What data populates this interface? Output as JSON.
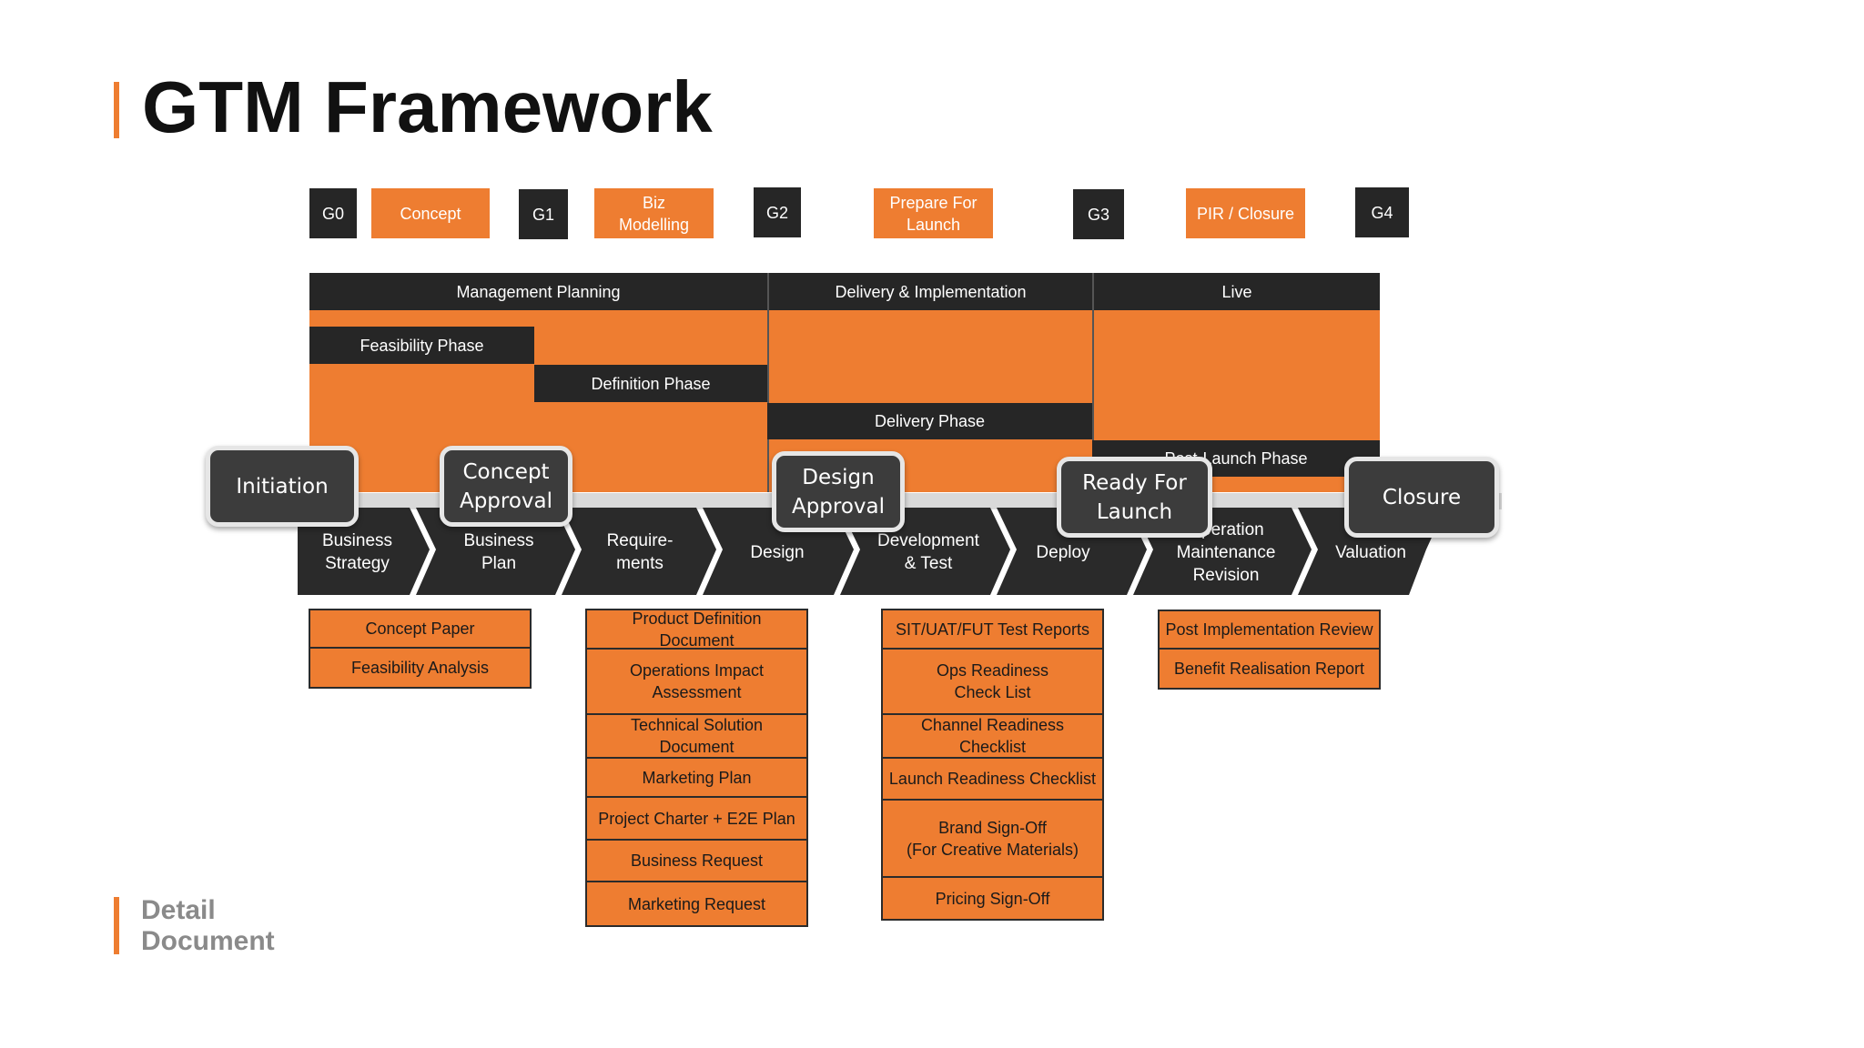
{
  "title": "GTM Framework",
  "footer": {
    "line1": "Detail",
    "line2": "Document"
  },
  "colors": {
    "accent": "#ee7d31",
    "dark": "#262626",
    "milestone": "#3c3c3c"
  },
  "gates": [
    "G0",
    "G1",
    "G2",
    "G3",
    "G4"
  ],
  "gate_phases": [
    {
      "line1": "Concept",
      "line2": ""
    },
    {
      "line1": "Biz",
      "line2": "Modelling"
    },
    {
      "line1": "Prepare For",
      "line2": "Launch"
    },
    {
      "line1": "PIR / Closure",
      "line2": ""
    }
  ],
  "stages": [
    "Management Planning",
    "Delivery & Implementation",
    "Live"
  ],
  "phases": [
    "Feasibility Phase",
    "Definition Phase",
    "Delivery Phase",
    "Post-Launch Phase"
  ],
  "milestones": [
    {
      "line1": "Initiation",
      "line2": ""
    },
    {
      "line1": "Concept",
      "line2": "Approval"
    },
    {
      "line1": "Design",
      "line2": "Approval"
    },
    {
      "line1": "Ready For",
      "line2": "Launch"
    },
    {
      "line1": "Closure",
      "line2": ""
    }
  ],
  "steps": [
    {
      "line1": "Business",
      "line2": "Strategy",
      "line3": ""
    },
    {
      "line1": "Business",
      "line2": "Plan",
      "line3": ""
    },
    {
      "line1": "Require-",
      "line2": "ments",
      "line3": ""
    },
    {
      "line1": "Design",
      "line2": "",
      "line3": ""
    },
    {
      "line1": "Development",
      "line2": "& Test",
      "line3": ""
    },
    {
      "line1": "Deploy",
      "line2": "",
      "line3": ""
    },
    {
      "line1": "Operation",
      "line2": "Maintenance",
      "line3": "Revision"
    },
    {
      "line1": "Valuation",
      "line2": "",
      "line3": ""
    }
  ],
  "documents": {
    "col1": [
      {
        "line1": "Concept Paper",
        "line2": ""
      },
      {
        "line1": "Feasibility Analysis",
        "line2": ""
      }
    ],
    "col2": [
      {
        "line1": "Product Definition Document",
        "line2": ""
      },
      {
        "line1": "Operations Impact",
        "line2": "Assessment"
      },
      {
        "line1": "Technical Solution Document",
        "line2": ""
      },
      {
        "line1": "Marketing Plan",
        "line2": ""
      },
      {
        "line1": "Project Charter + E2E Plan",
        "line2": ""
      },
      {
        "line1": "Business Request",
        "line2": ""
      },
      {
        "line1": "Marketing Request",
        "line2": ""
      }
    ],
    "col3": [
      {
        "line1": "SIT/UAT/FUT Test Reports",
        "line2": ""
      },
      {
        "line1": "Ops Readiness",
        "line2": "Check List"
      },
      {
        "line1": "Channel Readiness Checklist",
        "line2": ""
      },
      {
        "line1": "Launch Readiness Checklist",
        "line2": ""
      },
      {
        "line1": "Brand Sign-Off",
        "line2": "(For Creative Materials)"
      },
      {
        "line1": "Pricing Sign-Off",
        "line2": ""
      }
    ],
    "col4": [
      {
        "line1": "Post Implementation Review",
        "line2": ""
      },
      {
        "line1": "Benefit Realisation Report",
        "line2": ""
      }
    ]
  }
}
